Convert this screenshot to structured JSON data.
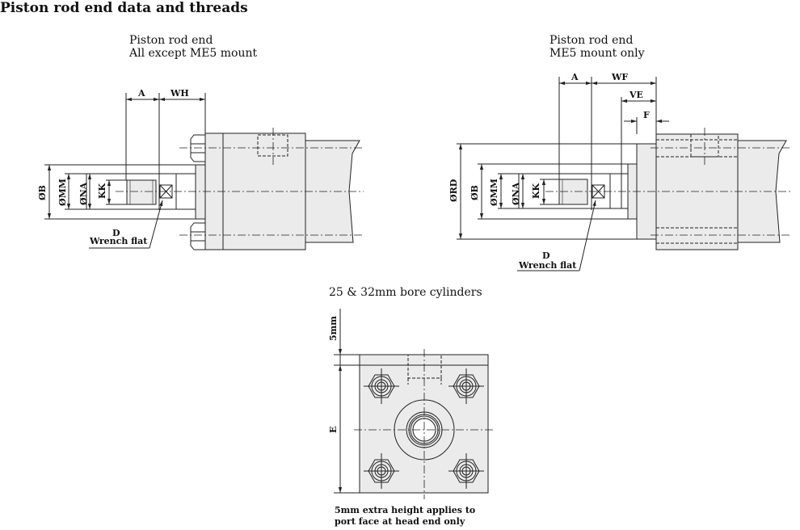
{
  "title": "Piston rod end data and threads",
  "left_view": {
    "heading": [
      "Piston rod end",
      "All except ME5 mount"
    ],
    "dims": {
      "A": "A",
      "WH": "WH",
      "B": "ØB",
      "MM": "ØMM",
      "NA": "ØNA",
      "KK": "KK"
    },
    "wrench": [
      "D",
      "Wrench flat"
    ]
  },
  "right_view": {
    "heading": [
      "Piston rod end",
      "ME5 mount only"
    ],
    "dims": {
      "A": "A",
      "WF": "WF",
      "VE": "VE",
      "F": "F",
      "RD": "ØRD",
      "B": "ØB",
      "MM": "ØMM",
      "NA": "ØNA",
      "KK": "KK"
    },
    "wrench": [
      "D",
      "Wrench flat"
    ]
  },
  "bottom_view": {
    "heading": "25 & 32mm bore cylinders",
    "dims": {
      "extra": "5mm",
      "E": "E"
    },
    "caption": [
      "5mm extra height applies to",
      "port face at head end only"
    ]
  }
}
